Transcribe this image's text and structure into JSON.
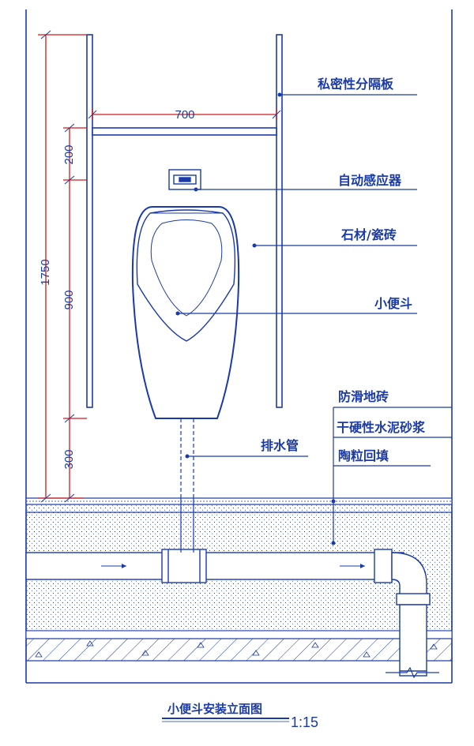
{
  "labels": {
    "partition": "私密性分隔板",
    "sensor": "自动感应器",
    "wall_finish": "石材/瓷砖",
    "urinal": "小便斗",
    "floor_tile": "防滑地砖",
    "mortar": "干硬性水泥砂浆",
    "backfill": "陶粒回填",
    "drain_pipe": "排水管"
  },
  "dimensions": {
    "width": "700",
    "total_height": "1750",
    "seg_top": "200",
    "seg_mid": "900",
    "seg_bottom": "300"
  },
  "title": "小便斗安装立面图",
  "scale": "1:15",
  "colors": {
    "line": "#1a3aa8",
    "dim": "#d11a1a",
    "background": "#ffffff"
  }
}
